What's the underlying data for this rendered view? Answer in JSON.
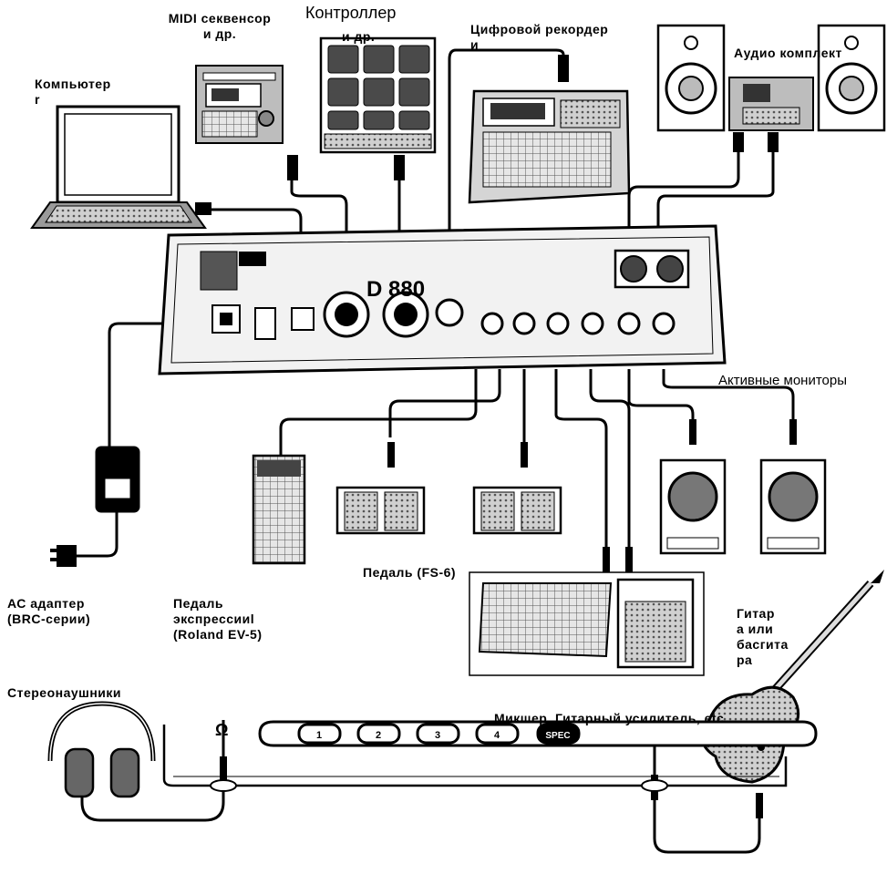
{
  "labels": {
    "computer": "Компьютер\nr",
    "midi": "MIDI секвенсор\nи др.",
    "controller": "Контроллер",
    "controller_sub": "и др.",
    "recorder": "Цифровой рекордер\nи",
    "audio": "Аудио комплект",
    "active_monitors": "Активные мониторы",
    "ac_adapter": "АС адаптер\n(BRC-серии)",
    "expr_pedal": "Педаль\nэкспрессииl\n(Roland EV-5)",
    "pedal_fs6": "Педаль (FS-6)",
    "guitar": "Гитар\nа или\nбасгита\nра",
    "headphones": "Стереонаушники",
    "mixer": "Микшер, Гитарный усилитель, etc"
  },
  "device": {
    "model": "D 880",
    "footswitch_buttons": [
      "1",
      "2",
      "3",
      "4",
      "SPEC"
    ]
  },
  "colors": {
    "ink": "#000000",
    "paper": "#ffffff",
    "shade": "#bdbdbd",
    "dark": "#333333"
  }
}
